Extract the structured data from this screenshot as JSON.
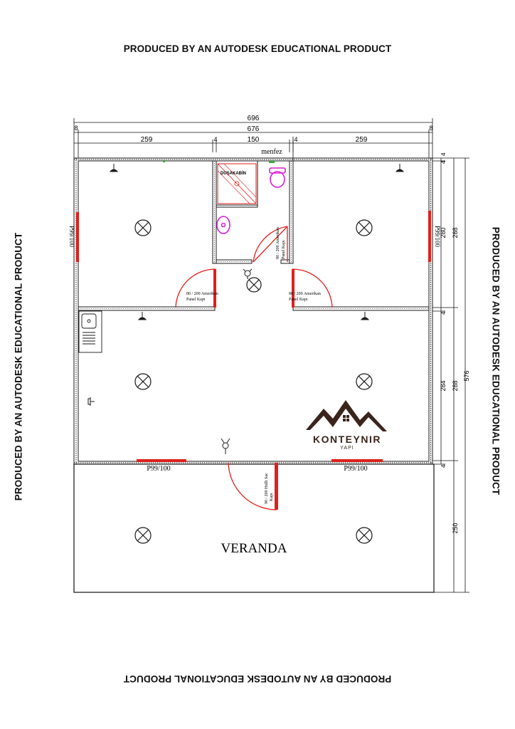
{
  "watermark": "PRODUCED BY AN AUTODESK EDUCATIONAL PRODUCT",
  "dimensions": {
    "total_width": "696",
    "inner_width": "676",
    "left_offset": "8",
    "right_offset": "8",
    "left_room": "259",
    "wall_a": "4",
    "bath_width": "150",
    "wall_b": "4",
    "right_room": "259",
    "vent_label": "menfez",
    "side_top_4a": "4",
    "side_top_4b": "4",
    "side_280": "280",
    "side_288a": "288",
    "side_4_mid": "4",
    "side_284": "284",
    "side_288b": "288",
    "side_576": "576",
    "side_4_bottom": "4",
    "side_250": "250"
  },
  "labels": {
    "shower": "DUŞAKABİN",
    "door_left": [
      "80 / 200 Amerikan",
      "Panel Kapı"
    ],
    "door_right": [
      "80 / 200 Amerikan",
      "Panel Kapı"
    ],
    "door_bath": [
      "80 / 200 Amerikan",
      "Panel Kapı"
    ],
    "door_main": [
      "90 / 200 Hidli Sac",
      "Kapı"
    ],
    "window_left_room": "P99/100",
    "window_right_room": "P99/100",
    "window_front_left": "P99/100",
    "window_front_right": "P99/100",
    "veranda": "VERANDA"
  },
  "logo": {
    "name": "KONTEYNIR",
    "sub": "YAPI"
  },
  "colors": {
    "wall": "#1a1a1a",
    "window": "#e0201b",
    "door": "#e0201b",
    "fixture": "#d81fd8"
  }
}
